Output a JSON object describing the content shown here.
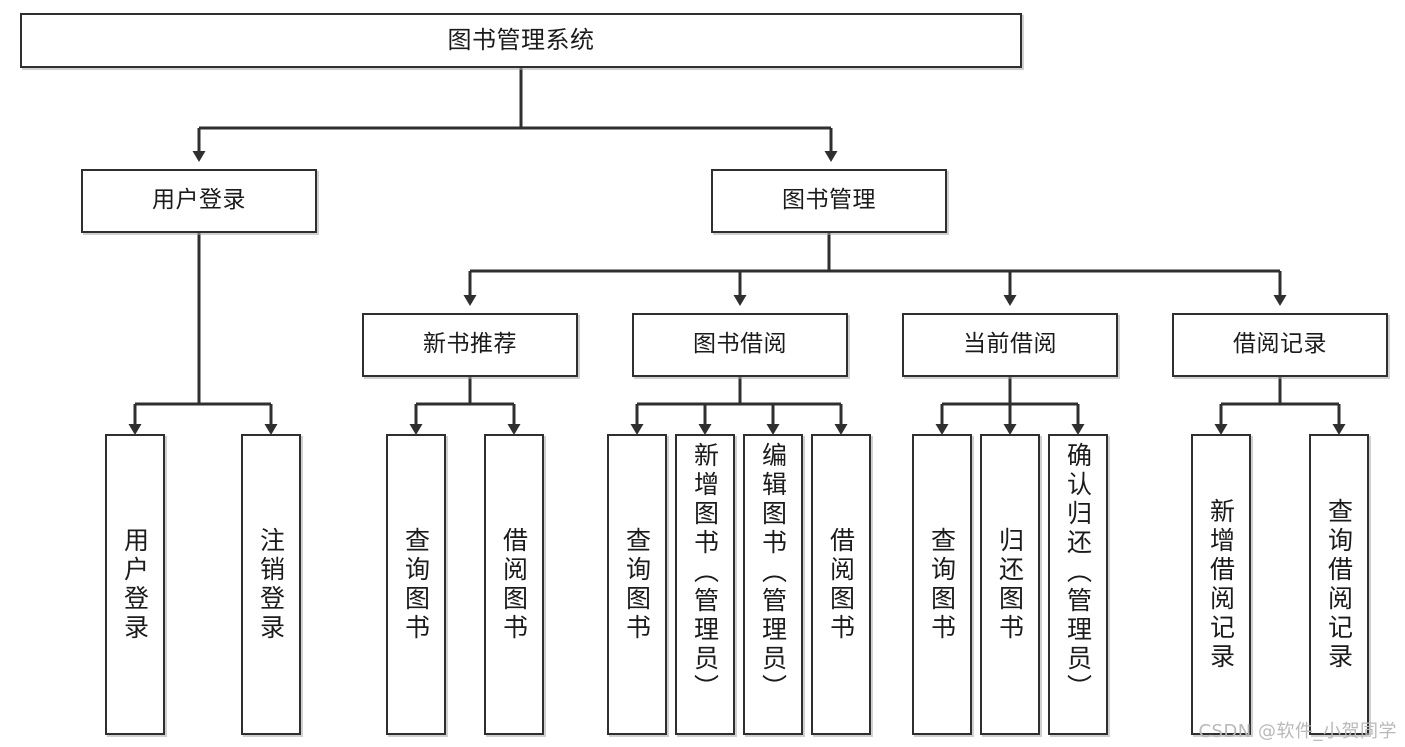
{
  "diagram": {
    "type": "tree-hierarchy-chart",
    "title": "图书管理系统",
    "watermark": "CSDN @软件_小贺同学",
    "colors": {
      "box_border": "#2f2f2f",
      "box_fill": "#ffffff",
      "connector": "#2f2f2f",
      "text": "#1b1b1b",
      "watermark": "#b9b9b9"
    },
    "levels": {
      "level0": [
        {
          "id": "root",
          "label": "图书管理系统"
        }
      ],
      "level1": [
        {
          "id": "user-login",
          "label": "用户登录"
        },
        {
          "id": "book-management",
          "label": "图书管理"
        }
      ],
      "level2": [
        {
          "id": "new-book-recommend",
          "label": "新书推荐"
        },
        {
          "id": "book-borrow",
          "label": "图书借阅"
        },
        {
          "id": "current-borrow",
          "label": "当前借阅"
        },
        {
          "id": "borrow-record",
          "label": "借阅记录"
        }
      ],
      "level3": [
        {
          "id": "leaf-user-login",
          "label": "用户登录",
          "parent": "user-login"
        },
        {
          "id": "leaf-logout-login",
          "label": "注销登录",
          "parent": "user-login"
        },
        {
          "id": "leaf-query-book-1",
          "label": "查询图书",
          "parent": "new-book-recommend"
        },
        {
          "id": "leaf-borrow-book-1",
          "label": "借阅图书",
          "parent": "new-book-recommend"
        },
        {
          "id": "leaf-query-book-2",
          "label": "查询图书",
          "parent": "book-borrow"
        },
        {
          "id": "leaf-add-book",
          "label": "新增图书（管理员）",
          "parent": "book-borrow"
        },
        {
          "id": "leaf-edit-book",
          "label": "编辑图书（管理员）",
          "parent": "book-borrow"
        },
        {
          "id": "leaf-borrow-book-2",
          "label": "借阅图书",
          "parent": "book-borrow"
        },
        {
          "id": "leaf-query-book-3",
          "label": "查询图书",
          "parent": "current-borrow"
        },
        {
          "id": "leaf-return-book",
          "label": "归还图书",
          "parent": "current-borrow"
        },
        {
          "id": "leaf-confirm-return",
          "label": "确认归还（管理员）",
          "parent": "current-borrow"
        },
        {
          "id": "leaf-add-record",
          "label": "新增借阅记录",
          "parent": "borrow-record"
        },
        {
          "id": "leaf-query-record",
          "label": "查询借阅记录",
          "parent": "borrow-record"
        }
      ]
    }
  }
}
